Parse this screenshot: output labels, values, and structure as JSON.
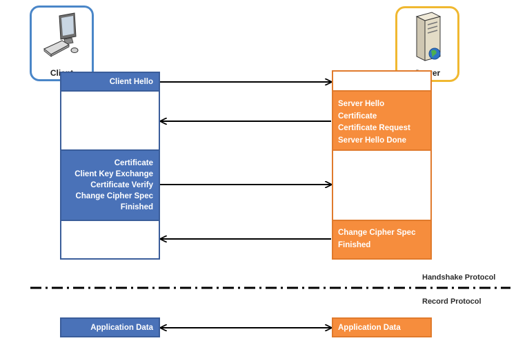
{
  "client": {
    "label": "Client"
  },
  "server": {
    "label": "Server"
  },
  "messages": {
    "client_hello": "Client Hello",
    "server_group": [
      "Server Hello",
      "Certificate",
      "Certificate Request",
      "Server Hello Done"
    ],
    "client_group": [
      "Certificate",
      "Client Key Exchange",
      "Certificate Verify",
      "Change Cipher Spec",
      "Finished"
    ],
    "server_finish": [
      "Change Cipher Spec",
      "Finished"
    ],
    "app_client": "Application Data",
    "app_server": "Application Data"
  },
  "sections": {
    "handshake": "Handshake Protocol",
    "record": "Record Protocol"
  },
  "colors": {
    "client": "#4a72b8",
    "server": "#f68d3d",
    "client_border": "#4a86c8",
    "server_border": "#f0b830"
  },
  "icons": {
    "client": "computer-icon",
    "server": "server-icon"
  }
}
